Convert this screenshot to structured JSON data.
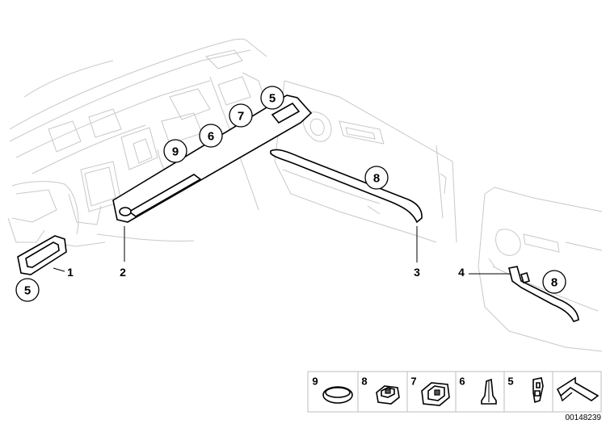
{
  "diagram": {
    "part_labels": {
      "p1": "1",
      "p2": "2",
      "p3": "3",
      "p4": "4"
    },
    "circled_labels": {
      "c5_left": "5",
      "c9": "9",
      "c6": "6",
      "c7": "7",
      "c5_top": "5",
      "c8_mid": "8",
      "c8_right": "8"
    },
    "legend": {
      "items": [
        "9",
        "8",
        "7",
        "6",
        "5"
      ]
    },
    "doc_number": "00148239"
  }
}
